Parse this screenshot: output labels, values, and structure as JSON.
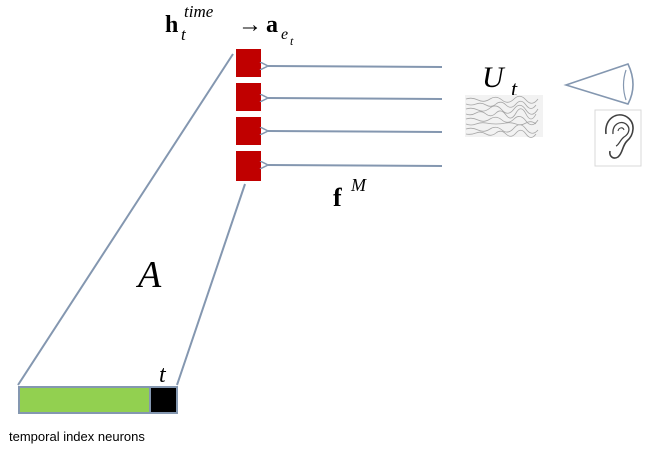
{
  "equation": {
    "h": "h",
    "h_sub": "t",
    "h_sup": "time",
    "arrow": "→",
    "a": "a",
    "a_sub": "e",
    "a_subsub": "t"
  },
  "labels": {
    "U": "U",
    "U_sub": "t",
    "f": "f",
    "f_sup": "M",
    "A": "A",
    "t_index": "t",
    "caption": "temporal index neurons"
  },
  "colors": {
    "red_unit": "#c00000",
    "green_bar": "#92d050",
    "black_cell": "#000000",
    "connector": "#8497b0"
  },
  "icons": {
    "eye": "eye-icon",
    "ear": "ear-icon",
    "noise": "noise-texture-icon"
  }
}
